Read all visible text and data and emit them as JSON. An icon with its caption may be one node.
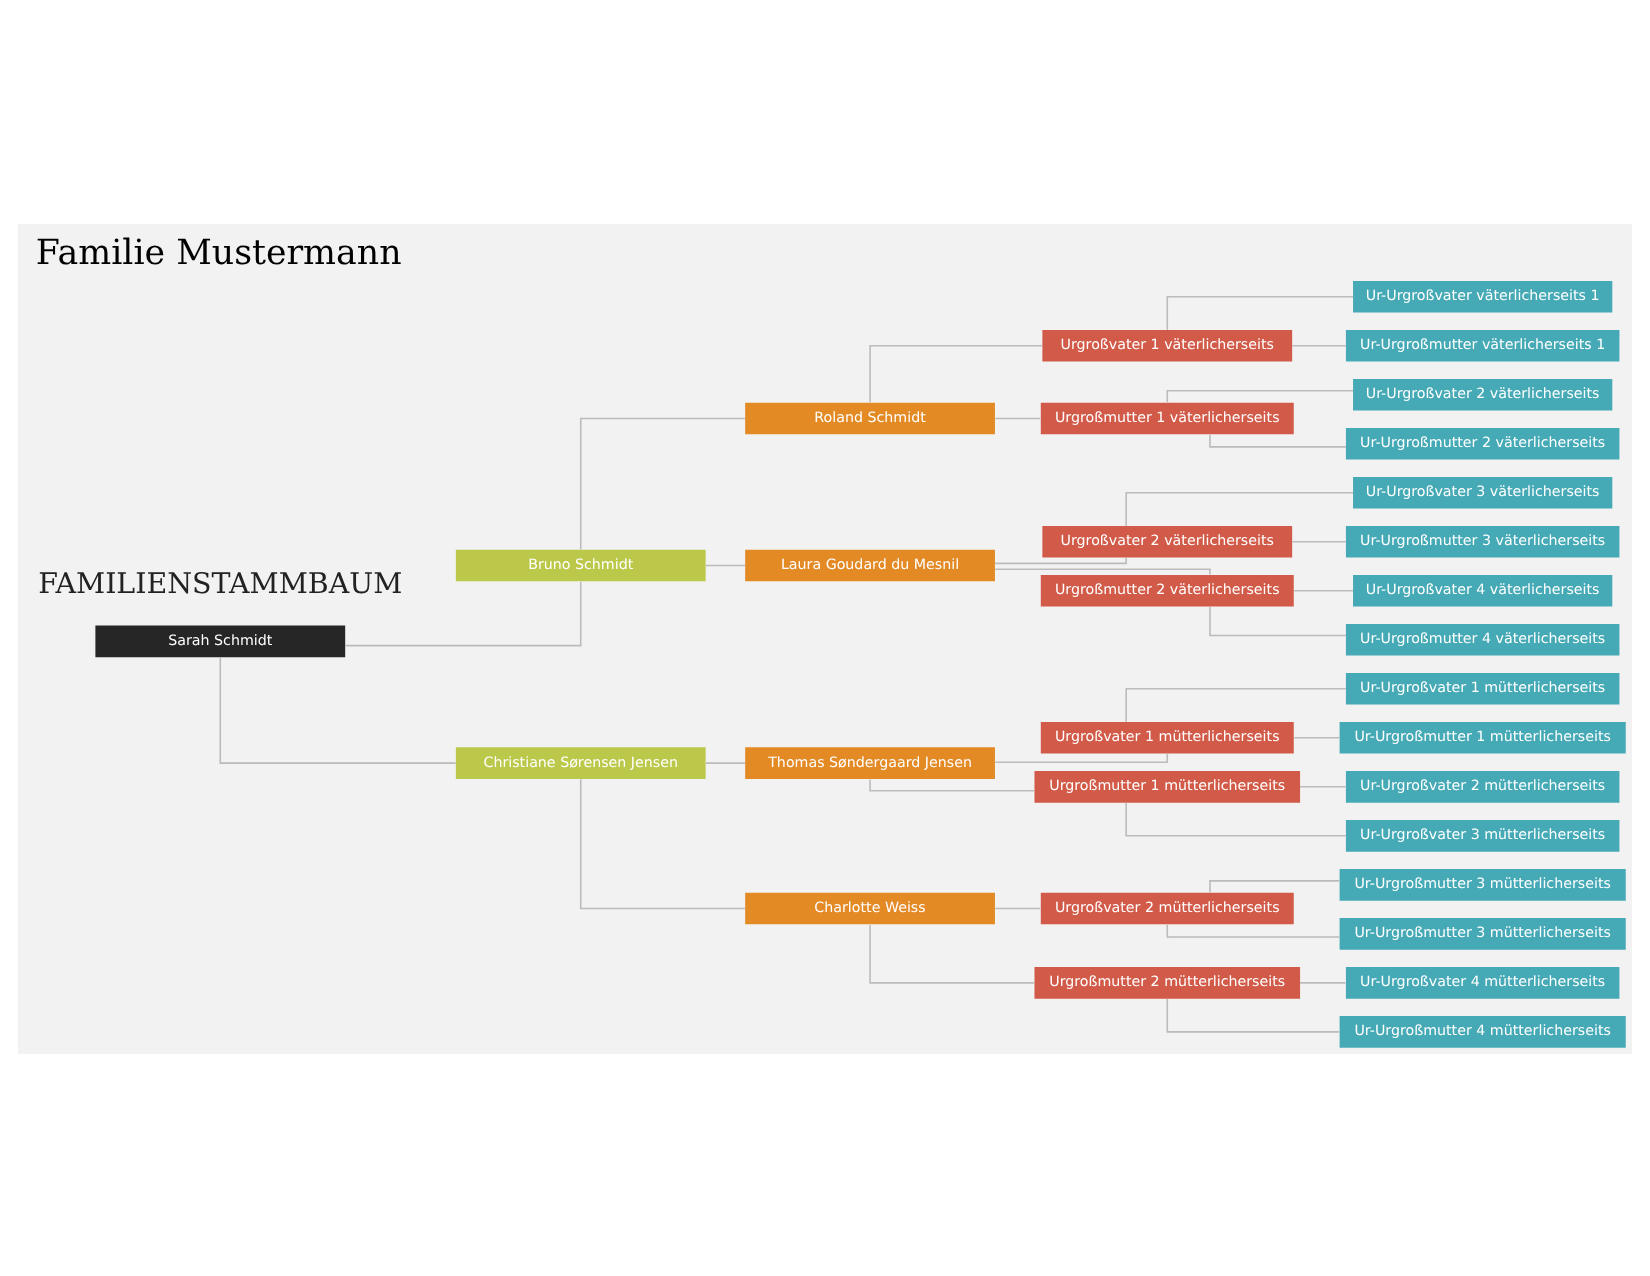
{
  "diagram": {
    "title": "Familie Mustermann",
    "nodes": [
      {
        "text": [
          "Sarah Schmidt"
        ]
      },
      {
        "text": [
          "Bruno Schmidt"
        ]
      },
      {
        "text": [
          "Christiane Sørensen Jensen"
        ]
      },
      {
        "text": [
          "Roland Schmidt"
        ]
      },
      {
        "text": [
          "Laura Goudard du Mesnil"
        ]
      },
      {
        "text": [
          "Thomas Søndergaard Jensen"
        ]
      },
      {
        "text": [
          "Charlotte Weiss"
        ]
      },
      {
        "text": [
          "Urgroßvater 1 väterlicherseits"
        ]
      },
      {
        "text": [
          "Urgroßmutter 1 väterlicherseits"
        ]
      },
      {
        "text": [
          "Urgroßvater 2 väterlicherseits"
        ]
      },
      {
        "text": [
          "Urgroßmutter 2 väterlicherseits"
        ]
      },
      {
        "text": [
          "Urgroßvater 1 mütterlicherseits"
        ]
      },
      {
        "text": [
          "Urgroßmutter 1 mütterlicherseits"
        ]
      },
      {
        "text": [
          "Urgroßvater 2 mütterlicherseits"
        ]
      },
      {
        "text": [
          "Urgroßmutter 2 mütterlicherseits"
        ]
      },
      {
        "text": [
          "Ur-Urgroßvater väterlicherseits 1"
        ]
      },
      {
        "text": [
          "Ur-Urgroßmutter väterlicherseits 1"
        ]
      },
      {
        "text": [
          "Ur-Urgroßvater 2 väterlicherseits"
        ]
      },
      {
        "text": [
          "Ur-Urgroßmutter 2 väterlicherseits"
        ]
      },
      {
        "text": [
          "Ur-Urgroßvater 3 väterlicherseits"
        ]
      },
      {
        "text": [
          "Ur-Urgroßmutter 3 väterlicherseits"
        ]
      },
      {
        "text": [
          "Ur-Urgroßvater 4 väterlicherseits"
        ]
      },
      {
        "text": [
          "Ur-Urgroßmutter 4 väterlicherseits"
        ]
      },
      {
        "text": [
          "Ur-Urgroßvater 1 mütterlicherseits"
        ]
      },
      {
        "text": [
          "Ur-Urgroßmutter 1 mütterlicherseits"
        ]
      },
      {
        "text": [
          "Ur-Urgroßvater 2 mütterlicherseits"
        ]
      },
      {
        "text": [
          "Ur-Urgroßvater 3 mütterlicherseits"
        ]
      },
      {
        "text": [
          "Ur-Urgroßmutter 3 mütterlicherseits"
        ]
      },
      {
        "text": [
          "Ur-Urgroßmutter 3 mütterlicherseits"
        ]
      },
      {
        "text": [
          "Ur-Urgroßvater 4 mütterlicherseits"
        ]
      },
      {
        "text": [
          "Ur-Urgroßmutter 4 mütterlicherseits"
        ]
      }
    ],
    "edges": [
      {
        "from": 0,
        "to": 1,
        "arrow": "none"
      },
      {
        "from": 0,
        "to": 2,
        "arrow": "none"
      },
      {
        "from": 1,
        "to": 3,
        "arrow": "none"
      },
      {
        "from": 1,
        "to": 4,
        "arrow": "none"
      },
      {
        "from": 2,
        "to": 5,
        "arrow": "none"
      },
      {
        "from": 2,
        "to": 6,
        "arrow": "none"
      },
      {
        "from": 3,
        "to": 7,
        "arrow": "none"
      },
      {
        "from": 3,
        "to": 8,
        "arrow": "none"
      },
      {
        "from": 4,
        "to": 9,
        "arrow": "none"
      },
      {
        "from": 4,
        "to": 10,
        "arrow": "none"
      },
      {
        "from": 5,
        "to": 11,
        "arrow": "none"
      },
      {
        "from": 5,
        "to": 12,
        "arrow": "none"
      },
      {
        "from": 6,
        "to": 13,
        "arrow": "none"
      },
      {
        "from": 6,
        "to": 14,
        "arrow": "none"
      },
      {
        "from": 7,
        "to": 15,
        "arrow": "none"
      },
      {
        "from": 7,
        "to": 16,
        "arrow": "none"
      },
      {
        "from": 8,
        "to": 17,
        "arrow": "none"
      },
      {
        "from": 8,
        "to": 18,
        "arrow": "none"
      },
      {
        "from": 9,
        "to": 19,
        "arrow": "none"
      },
      {
        "from": 9,
        "to": 20,
        "arrow": "none"
      },
      {
        "from": 10,
        "to": 21,
        "arrow": "none"
      },
      {
        "from": 10,
        "to": 22,
        "arrow": "none"
      },
      {
        "from": 11,
        "to": 23,
        "arrow": "none"
      },
      {
        "from": 11,
        "to": 24,
        "arrow": "none"
      },
      {
        "from": 12,
        "to": 25,
        "arrow": "none"
      },
      {
        "from": 12,
        "to": 26,
        "arrow": "none"
      },
      {
        "from": 13,
        "to": 27,
        "arrow": "none"
      },
      {
        "from": 13,
        "to": 28,
        "arrow": "none"
      },
      {
        "from": 14,
        "to": 29,
        "arrow": "none"
      },
      {
        "from": 14,
        "to": 30,
        "arrow": "none"
      }
    ],
    "labels": [
      "FAMILIENSTAMMBAUM"
    ]
  }
}
